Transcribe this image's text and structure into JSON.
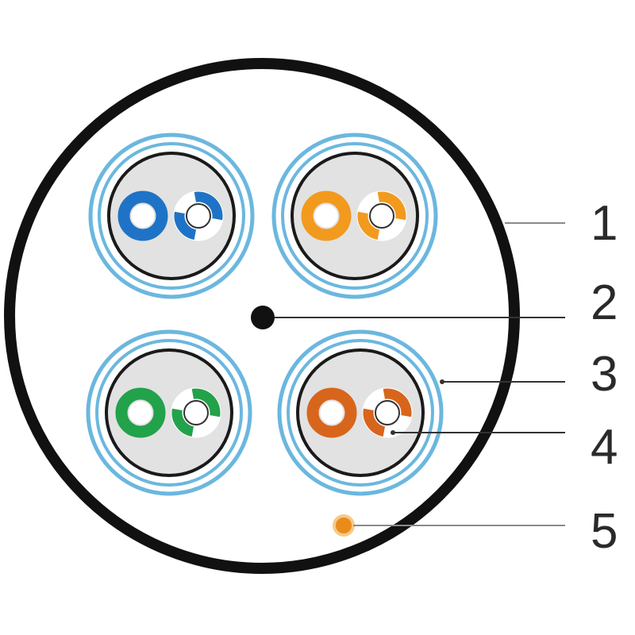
{
  "callouts": [
    {
      "number": "1"
    },
    {
      "number": "2"
    },
    {
      "number": "3"
    },
    {
      "number": "4"
    },
    {
      "number": "5"
    }
  ],
  "pairs": [
    {
      "position": "top-left",
      "color": "#1f73c6"
    },
    {
      "position": "top-right",
      "color": "#f29a1e"
    },
    {
      "position": "bottom-left",
      "color": "#22a24a"
    },
    {
      "position": "bottom-right",
      "color": "#d8651c"
    }
  ],
  "colors": {
    "jacket": "#111111",
    "shield": "#6bb7df",
    "pair_fill": "#e2e2e2",
    "drain_wire": "#111111",
    "ripcord": "#e98c1a"
  }
}
